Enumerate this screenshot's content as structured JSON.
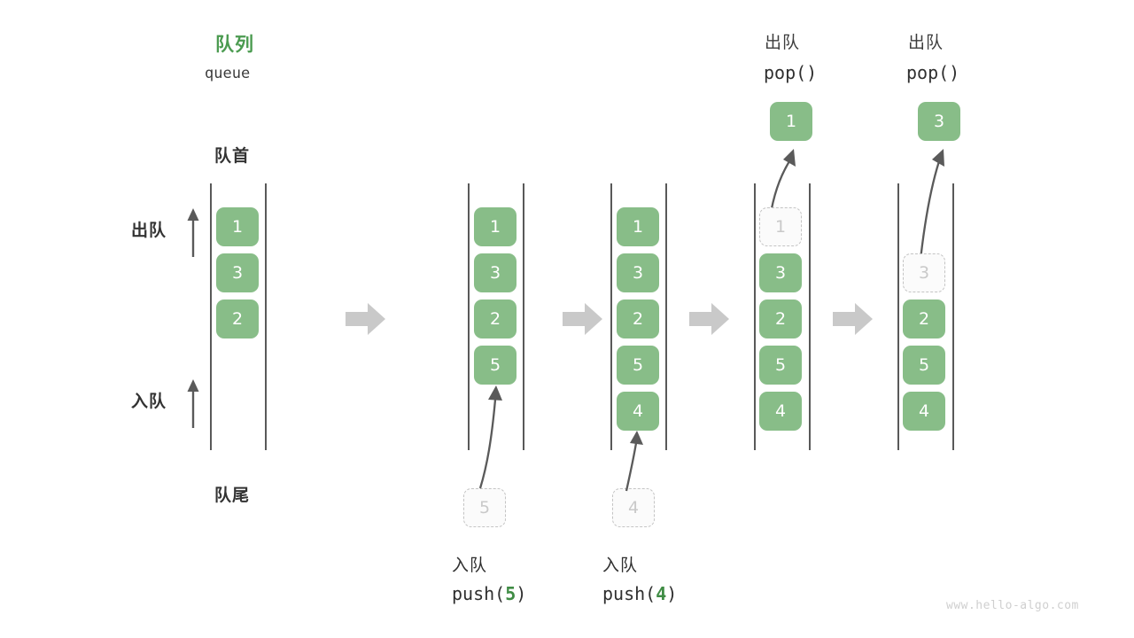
{
  "meta": {
    "watermark": "www.hello-algo.com",
    "colors": {
      "cell_fill": "#88bd88",
      "cell_text": "#ffffff",
      "ghost_fill": "#fbfbfb",
      "ghost_border": "#c4c4c4",
      "ghost_text": "#c9c9c9",
      "title_green": "#4b9b50",
      "arg_green": "#3f8c44",
      "rail": "#595959",
      "block_arrow": "#c9c9c9",
      "motion_arrow": "#5a5a5a",
      "text_dark": "#333333",
      "background": "#ffffff"
    }
  },
  "title": {
    "cn": "队列",
    "en": "queue"
  },
  "labels": {
    "front": "队首",
    "rear": "队尾",
    "dequeue": "出队",
    "enqueue": "入队"
  },
  "stages": [
    {
      "id": "initial",
      "header_cn": "",
      "header_code": "",
      "cells": [
        {
          "value": "1",
          "state": "solid"
        },
        {
          "value": "3",
          "state": "solid"
        },
        {
          "value": "2",
          "state": "solid"
        }
      ],
      "incoming": null,
      "outgoing": null,
      "caption_cn": "",
      "caption_code_prefix": "",
      "caption_code_arg": "",
      "caption_code_suffix": ""
    },
    {
      "id": "push-5",
      "header_cn": "",
      "header_code": "",
      "cells": [
        {
          "value": "1",
          "state": "solid"
        },
        {
          "value": "3",
          "state": "solid"
        },
        {
          "value": "2",
          "state": "solid"
        },
        {
          "value": "5",
          "state": "solid"
        }
      ],
      "incoming": {
        "value": "5",
        "state": "ghost"
      },
      "outgoing": null,
      "caption_cn": "入队",
      "caption_code_prefix": "push(",
      "caption_code_arg": "5",
      "caption_code_suffix": ")"
    },
    {
      "id": "push-4",
      "header_cn": "",
      "header_code": "",
      "cells": [
        {
          "value": "1",
          "state": "solid"
        },
        {
          "value": "3",
          "state": "solid"
        },
        {
          "value": "2",
          "state": "solid"
        },
        {
          "value": "5",
          "state": "solid"
        },
        {
          "value": "4",
          "state": "solid"
        }
      ],
      "incoming": {
        "value": "4",
        "state": "ghost"
      },
      "outgoing": null,
      "caption_cn": "入队",
      "caption_code_prefix": "push(",
      "caption_code_arg": "4",
      "caption_code_suffix": ")"
    },
    {
      "id": "pop-1",
      "header_cn": "出队",
      "header_code": "pop()",
      "cells": [
        {
          "value": "1",
          "state": "ghost"
        },
        {
          "value": "3",
          "state": "solid"
        },
        {
          "value": "2",
          "state": "solid"
        },
        {
          "value": "5",
          "state": "solid"
        },
        {
          "value": "4",
          "state": "solid"
        }
      ],
      "incoming": null,
      "outgoing": {
        "value": "1",
        "state": "solid"
      },
      "caption_cn": "",
      "caption_code_prefix": "",
      "caption_code_arg": "",
      "caption_code_suffix": ""
    },
    {
      "id": "pop-3",
      "header_cn": "出队",
      "header_code": "pop()",
      "cells": [
        {
          "value": "",
          "state": "empty"
        },
        {
          "value": "3",
          "state": "ghost"
        },
        {
          "value": "2",
          "state": "solid"
        },
        {
          "value": "5",
          "state": "solid"
        },
        {
          "value": "4",
          "state": "solid"
        }
      ],
      "incoming": null,
      "outgoing": {
        "value": "3",
        "state": "solid"
      },
      "caption_cn": "",
      "caption_code_prefix": "",
      "caption_code_arg": "",
      "caption_code_suffix": ""
    }
  ],
  "separators": [
    {
      "name": "sep-1"
    },
    {
      "name": "sep-2"
    },
    {
      "name": "sep-3"
    },
    {
      "name": "sep-4"
    }
  ]
}
